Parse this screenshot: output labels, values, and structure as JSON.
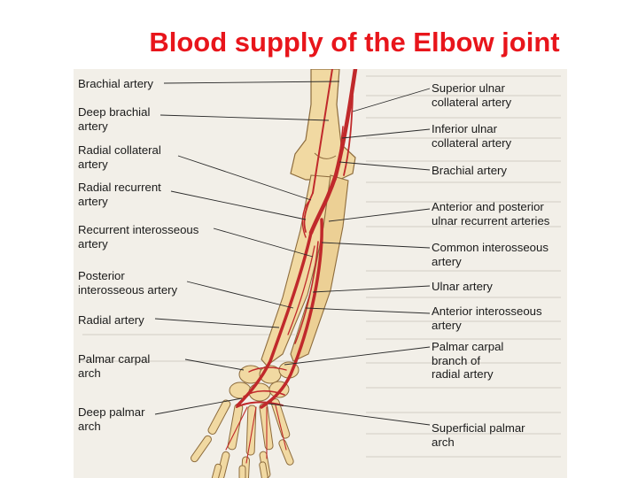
{
  "title": "Blood supply of the Elbow joint",
  "colors": {
    "title": "#e8151b",
    "bone": "#f1d9a2",
    "bone_outline": "#8d6c3d",
    "artery": "#c0292b",
    "page_background": "#f2efe8"
  },
  "left_labels": [
    {
      "id": "brachial-artery",
      "text": "Brachial artery"
    },
    {
      "id": "deep-brachial-artery",
      "text": "Deep brachial\nartery"
    },
    {
      "id": "radial-collateral-artery",
      "text": "Radial collateral\nartery"
    },
    {
      "id": "radial-recurrent-artery",
      "text": "Radial recurrent\nartery"
    },
    {
      "id": "recurrent-interosseous-artery",
      "text": "Recurrent interosseous\nartery"
    },
    {
      "id": "posterior-interosseous-artery",
      "text": "Posterior\ninterosseous artery"
    },
    {
      "id": "radial-artery",
      "text": "Radial artery"
    },
    {
      "id": "palmar-carpal-arch",
      "text": "Palmar carpal\narch"
    },
    {
      "id": "deep-palmar-arch",
      "text": "Deep palmar\narch"
    }
  ],
  "right_labels": [
    {
      "id": "superior-ulnar-collateral-artery",
      "text": "Superior ulnar\ncollateral artery"
    },
    {
      "id": "inferior-ulnar-collateral-artery",
      "text": "Inferior ulnar\ncollateral artery"
    },
    {
      "id": "brachial-artery-right",
      "text": "Brachial artery"
    },
    {
      "id": "anterior-posterior-ulnar-recurrent-arteries",
      "text": "Anterior and posterior\nulnar recurrent arteries"
    },
    {
      "id": "common-interosseous-artery",
      "text": "Common interosseous\nartery"
    },
    {
      "id": "ulnar-artery",
      "text": "Ulnar artery"
    },
    {
      "id": "anterior-interosseous-artery",
      "text": "Anterior interosseous\nartery"
    },
    {
      "id": "palmar-carpal-branch-radial-artery",
      "text": "Palmar carpal\nbranch of\nradial artery"
    },
    {
      "id": "superficial-palmar-arch",
      "text": "Superficial palmar\narch"
    }
  ]
}
